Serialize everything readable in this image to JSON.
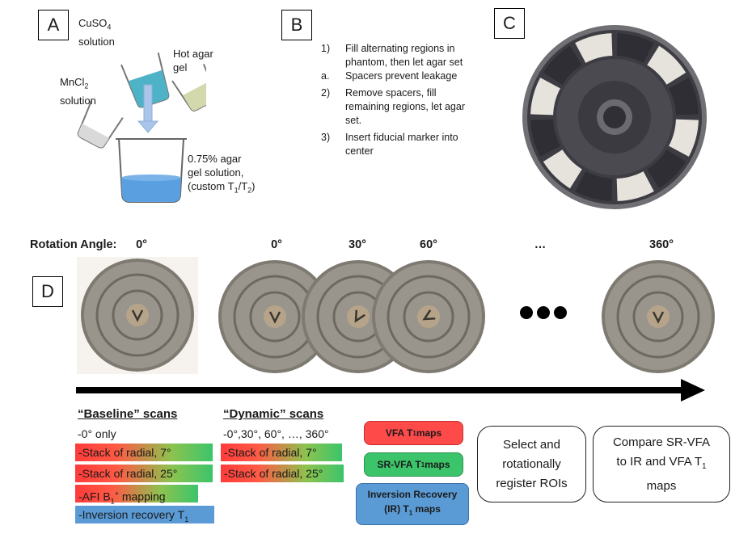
{
  "panels": {
    "a": "A",
    "b": "B",
    "c": "C",
    "d": "D"
  },
  "panel_a": {
    "cuso4_line1": "CuSO",
    "cuso4_sub": "4",
    "cuso4_line2": "solution",
    "hot_agar": "Hot agar",
    "hot_agar2": "gel",
    "mncl2_line1": "MnCl",
    "mncl2_sub": "2",
    "mncl2_line2": "solution",
    "result_line1": "0.75% agar",
    "result_line2": "gel solution,",
    "result_line3_pre": "(custom T",
    "result_sub1": "1",
    "result_mid": "/T",
    "result_sub2": "2",
    "result_post": ")"
  },
  "panel_b": {
    "step1_num": "1)",
    "step1": "Fill alternating regions in phantom, then let agar set",
    "step1a_num": "a.",
    "step1a": "Spacers prevent leakage",
    "step2_num": "2)",
    "step2": "Remove spacers, fill remaining regions, let agar set.",
    "step3_num": "3)",
    "step3": "Insert fiducial marker into center"
  },
  "panel_d": {
    "rotation_label": "Rotation Angle:",
    "angles": [
      "0°",
      "0°",
      "30°",
      "60°",
      "…",
      "360°"
    ],
    "baseline_title": "“Baseline” scans",
    "baseline_sub": "-0° only",
    "baseline_rows": [
      "-Stack of radial, 7°",
      "-Stack of radial, 25°",
      "-AFI B",
      "-Inversion recovery T"
    ],
    "afi_sub": "1",
    "afi_sup": "+",
    "afi_post": " mapping",
    "ir_sub": "1",
    "dynamic_title": "“Dynamic” scans",
    "dynamic_sub": "-0°,30°, 60°, …, 360°",
    "dynamic_rows": [
      "-Stack of radial, 7°",
      "-Stack of radial, 25°"
    ],
    "pills": {
      "vfa_pre": "VFA T",
      "vfa_sub": "1",
      "vfa_post": " maps",
      "srvfa_pre": "SR-VFA T",
      "srvfa_sub": "1",
      "srvfa_post": " maps",
      "ir_line1": "Inversion Recovery",
      "ir_line2_pre": "(IR) T",
      "ir_sub": "1",
      "ir_line2_post": " maps"
    },
    "box1": [
      "Select and",
      "rotationally",
      "register ROIs"
    ],
    "box2_line1": "Compare SR-VFA",
    "box2_line2_pre": "to IR and VFA T",
    "box2_sub": "1",
    "box2_line3": "maps"
  },
  "colors": {
    "red": "#ff4a4a",
    "green": "#3cc46a",
    "blue": "#5b9bd5",
    "liquid": "#5aa0e0"
  }
}
